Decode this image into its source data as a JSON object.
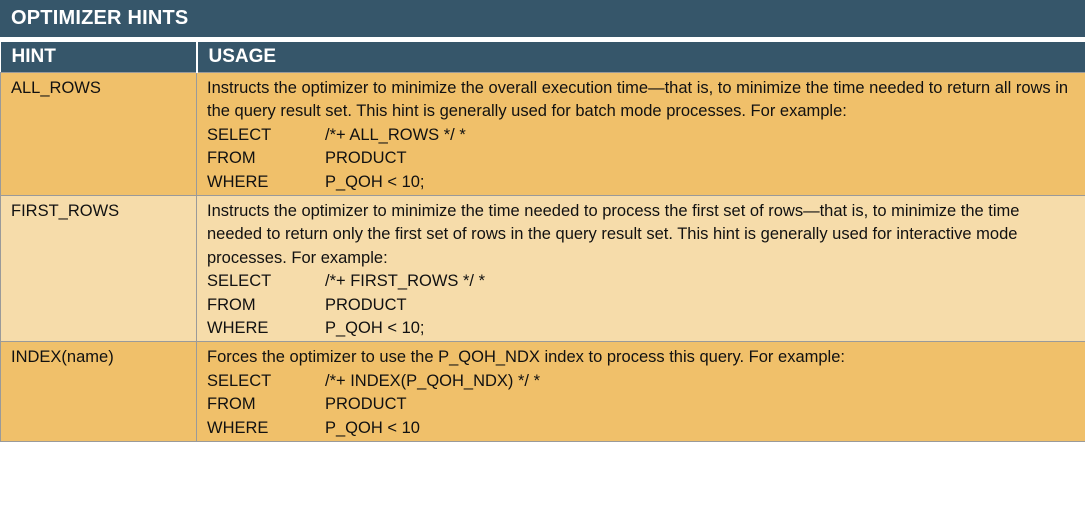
{
  "title": "OPTIMIZER HINTS",
  "columns": {
    "hint": "HINT",
    "usage": "USAGE"
  },
  "rows": [
    {
      "hint": "ALL_ROWS",
      "description": "Instructs the optimizer to minimize the overall execution time—that is, to minimize the time needed to return all rows in the query result set. This hint is generally used for batch mode processes. For example:",
      "example": [
        {
          "keyword": "SELECT",
          "text": "/*+ ALL_ROWS */ *"
        },
        {
          "keyword": "FROM",
          "text": "PRODUCT"
        },
        {
          "keyword": "WHERE",
          "text": "P_QOH < 10;"
        }
      ]
    },
    {
      "hint": "FIRST_ROWS",
      "description": "Instructs the optimizer to minimize the time needed to process the first set of rows—that is, to minimize the time needed to return only the first set of rows in the query result set. This hint is generally used for interactive mode processes. For example:",
      "example": [
        {
          "keyword": "SELECT",
          "text": "/*+ FIRST_ROWS */ *"
        },
        {
          "keyword": "FROM",
          "text": "PRODUCT"
        },
        {
          "keyword": "WHERE",
          "text": "P_QOH < 10;"
        }
      ]
    },
    {
      "hint": "INDEX(name)",
      "description": "Forces the optimizer to use the P_QOH_NDX index to process this query. For example:",
      "example": [
        {
          "keyword": "SELECT",
          "text": "/*+ INDEX(P_QOH_NDX) */ *"
        },
        {
          "keyword": "FROM",
          "text": "PRODUCT"
        },
        {
          "keyword": "WHERE",
          "text": "P_QOH < 10"
        }
      ]
    }
  ],
  "colors": {
    "header": "#36566a",
    "row_odd": "#f0c06a",
    "row_even": "#f6dcaa"
  }
}
